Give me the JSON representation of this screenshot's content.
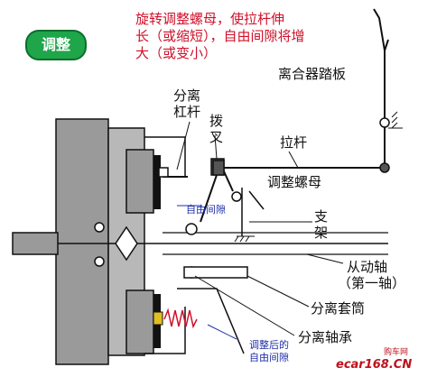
{
  "badge": "调整",
  "instruction": "旋转调整螺母，使拉杆伸\n长（或缩短），自由间隙将增\n大（或变小）",
  "labels": {
    "pedal": "离合器踏板",
    "lever_1": "分离",
    "lever_2": "杠杆",
    "fork_1": "拨",
    "fork_2": "叉",
    "rod": "拉杆",
    "nut": "调整螺母",
    "free_gap": "自由间隙",
    "bracket_1": "支",
    "bracket_2": "架",
    "shaft_1": "从动轴",
    "shaft_2": "（第一轴）",
    "sleeve": "分离套筒",
    "bearing": "分离轴承",
    "adjusted_gap_1": "调整后的",
    "adjusted_gap_2": "自由间隙"
  },
  "watermark": {
    "text": "ecar168.CN",
    "small": "购车网"
  },
  "colors": {
    "instruction": "#d0102a",
    "badge": "#1fa54a",
    "gap_label": "#1f2fa8",
    "metal": "#9a9a9a",
    "spring": "#e0c020",
    "line": "#111111"
  }
}
